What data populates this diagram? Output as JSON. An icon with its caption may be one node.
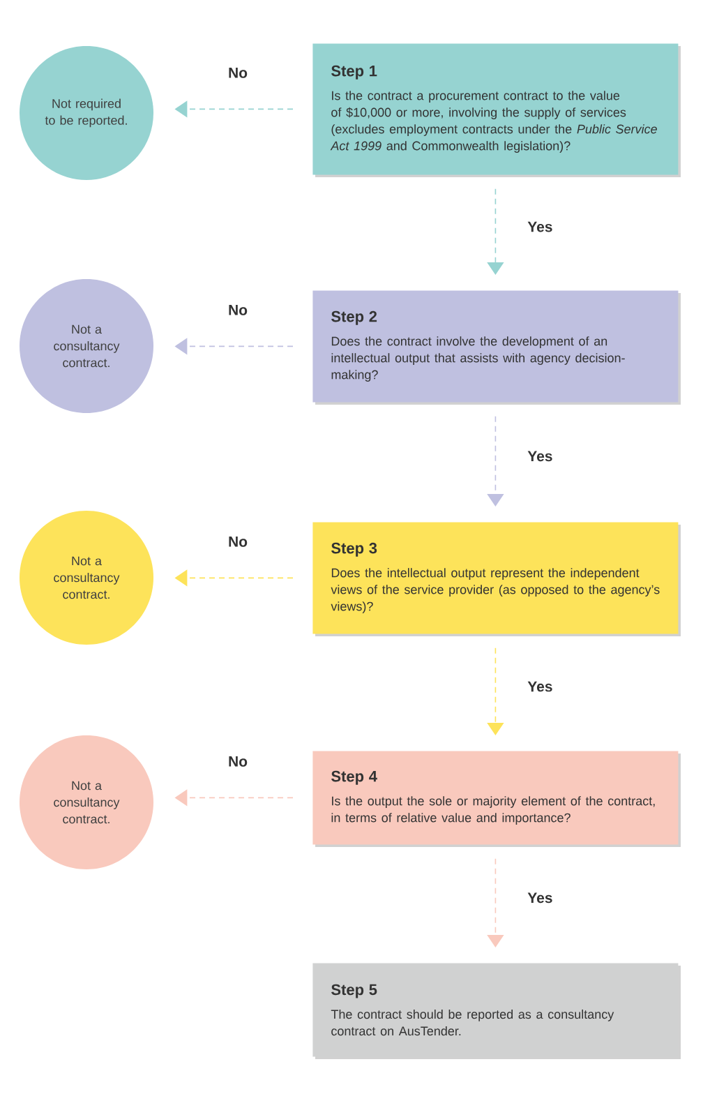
{
  "diagram": {
    "nodes": [
      {
        "text": [
          "Not required to be reported."
        ]
      },
      {
        "text": [
          "Step 1",
          "Is the contract a procurement contract to the value of $10,000 or more, involving the supply of services (excludes employment contracts under the *Public Service Act 1999* and Commonwealth legislation)?"
        ]
      },
      {
        "text": [
          "Not a consultancy contract."
        ]
      },
      {
        "text": [
          "Step 2",
          "Does the contract involve the development of an intellectual output that assists with agency decision-making?"
        ]
      },
      {
        "text": [
          "Not a consultancy contract."
        ]
      },
      {
        "text": [
          "Step 3",
          "Does the intellectual output represent the independent views of the service provider (as opposed to the agency’s views)?"
        ]
      },
      {
        "text": [
          "Not a consultancy contract."
        ]
      },
      {
        "text": [
          "Step 4",
          "Is the output the sole or majority element of the contract, in terms of relative value and importance?"
        ]
      },
      {
        "text": [
          "Step 5",
          "The contract should be reported as a consultancy contract on AusTender."
        ]
      }
    ],
    "edges": [
      {
        "from": 1,
        "to": 0,
        "arrow": "to",
        "label": "No",
        "style": "dashed",
        "color": "#96d3d1"
      },
      {
        "from": 1,
        "to": 3,
        "arrow": "to",
        "label": "Yes",
        "style": "dashed",
        "color": "#96d3d1"
      },
      {
        "from": 3,
        "to": 2,
        "arrow": "to",
        "label": "No",
        "style": "dashed",
        "color": "#bfc0e0"
      },
      {
        "from": 3,
        "to": 5,
        "arrow": "to",
        "label": "Yes",
        "style": "dashed",
        "color": "#bfc0e0"
      },
      {
        "from": 5,
        "to": 4,
        "arrow": "to",
        "label": "No",
        "style": "dashed",
        "color": "#fde35a"
      },
      {
        "from": 5,
        "to": 7,
        "arrow": "to",
        "label": "Yes",
        "style": "dashed",
        "color": "#fde35a"
      },
      {
        "from": 7,
        "to": 6,
        "arrow": "to",
        "label": "No",
        "style": "dashed",
        "color": "#f9c9bd"
      },
      {
        "from": 7,
        "to": 8,
        "arrow": "to",
        "label": "Yes",
        "style": "dashed",
        "color": "#f9c9bd"
      }
    ]
  }
}
